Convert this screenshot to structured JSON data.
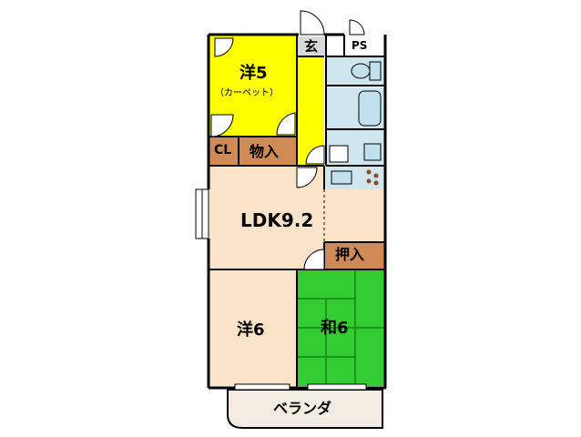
{
  "floorplan": {
    "rooms": {
      "western5": {
        "label": "洋5",
        "sub": "（カーペット）",
        "color": "#ffff00"
      },
      "entrance": {
        "label": "玄"
      },
      "pipe_space": {
        "label": "PS"
      },
      "closet": {
        "label": "CL",
        "color": "#d08a55"
      },
      "storage": {
        "label": "物入",
        "color": "#d08a55"
      },
      "ldk": {
        "label": "LDK9.2",
        "color": "#fbe3ca"
      },
      "oshiire": {
        "label": "押入",
        "color": "#d08a55"
      },
      "western6": {
        "label": "洋6",
        "color": "#fbe3ca"
      },
      "japanese6": {
        "label": "和6",
        "color": "#33cc33"
      },
      "veranda": {
        "label": "ベランダ",
        "color": "#f3ece3"
      }
    },
    "colors": {
      "wall": "#000000",
      "hallway": "#ffff00",
      "wet_area": "#cfe6ee",
      "fixture": "#bfe0ec",
      "tatami_line": "#006600"
    }
  }
}
